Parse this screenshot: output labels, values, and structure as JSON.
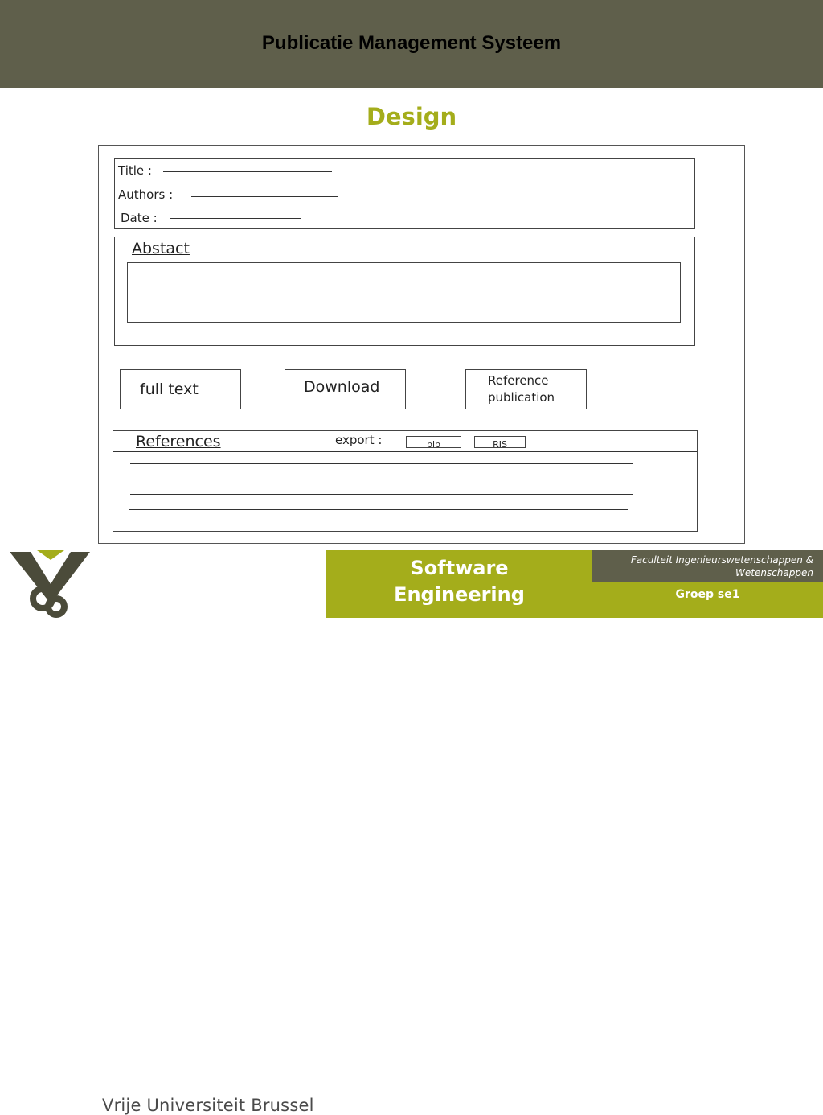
{
  "header": {
    "title": "Publicatie Management Systeem"
  },
  "section": {
    "title": "Design"
  },
  "mockup": {
    "fields": [
      {
        "label": "Title :"
      },
      {
        "label": "Authors :"
      },
      {
        "label": "Date :"
      }
    ],
    "abstract_label": "Abstact",
    "buttons": {
      "full_text": "full text",
      "download": "Download",
      "reference_line1": "Reference",
      "reference_line2": "publication"
    },
    "references": {
      "label": "References",
      "export_label": "export :",
      "bib": "bib",
      "ris": "RIS"
    }
  },
  "footer": {
    "university": "Vrije Universiteit Brussel",
    "course_line1": "Software",
    "course_line2": "Engineering",
    "faculty": "Faculteit Ingenieurswetenschappen & Wetenschappen",
    "group": "Groep se1"
  },
  "colors": {
    "header_bg": "#5f5f4b",
    "accent": "#a4ad1b",
    "text_dark": "#000000"
  },
  "icons": {
    "logo": "vub-logo-icon"
  }
}
